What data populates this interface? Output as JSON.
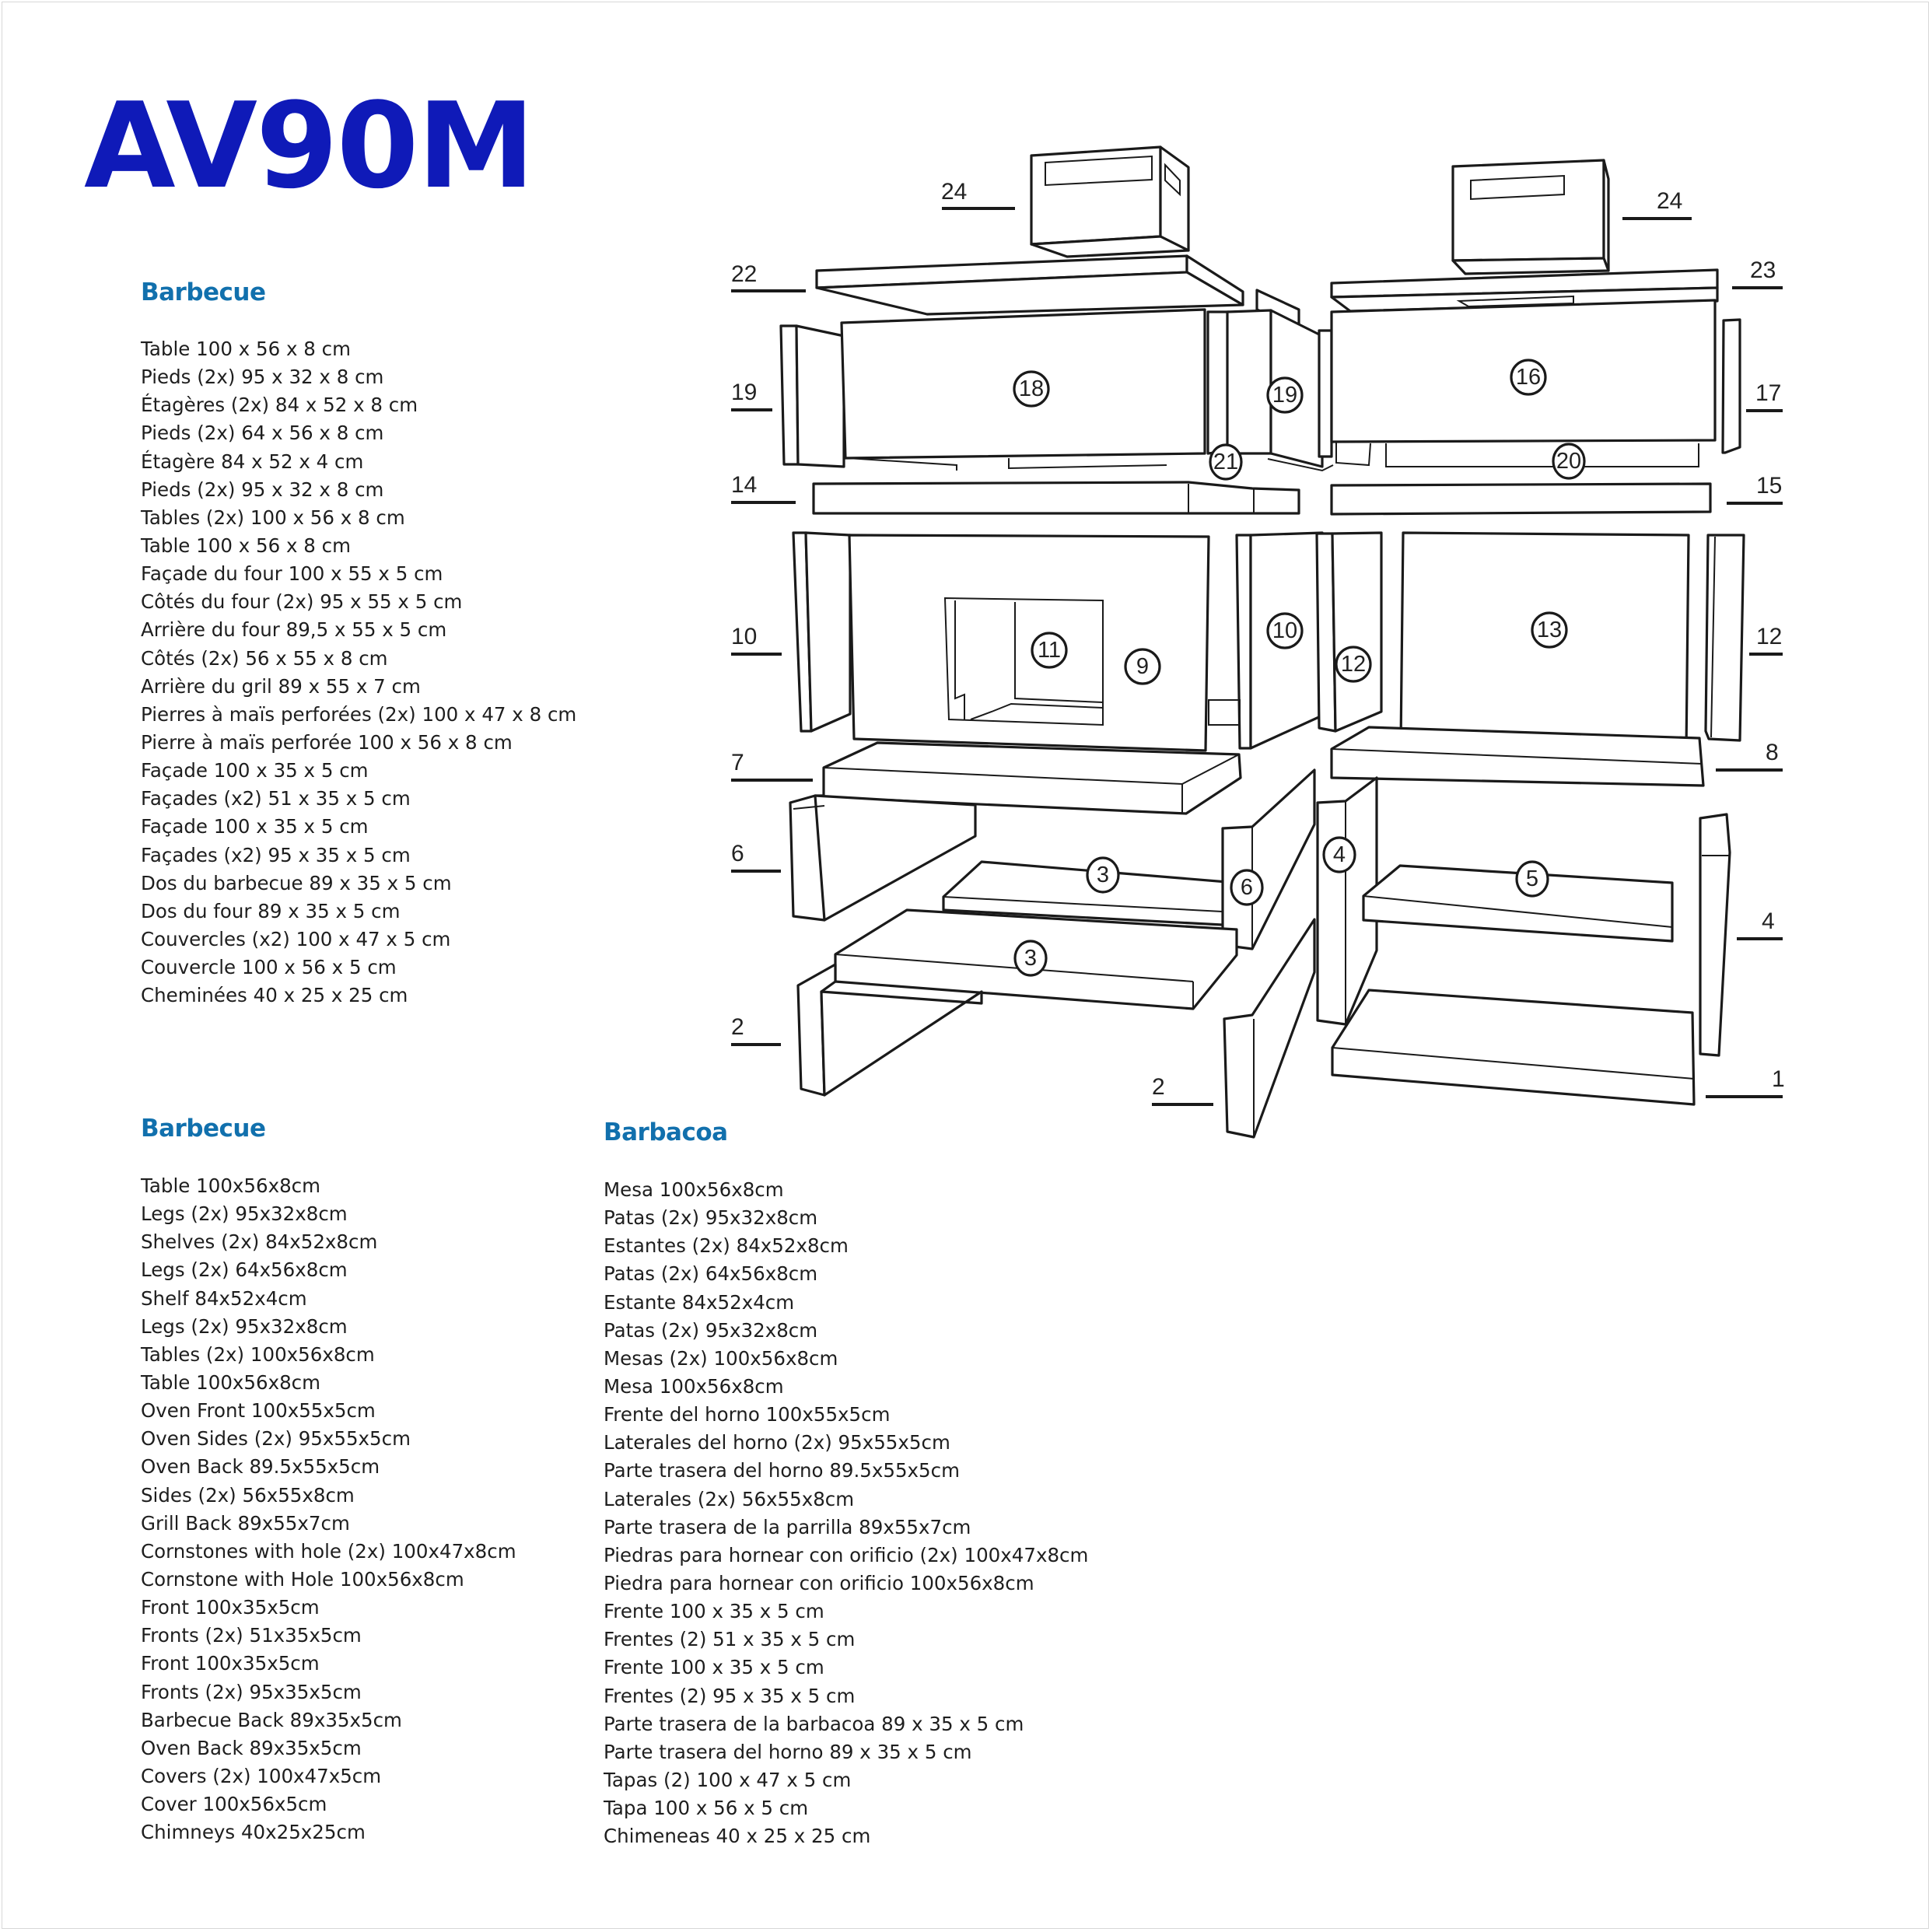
{
  "title": "AV90M",
  "sections": {
    "fr": {
      "heading": "Barbecue",
      "items": [
        "Table 100 x 56 x 8 cm",
        "Pieds (2x) 95 x 32 x 8 cm",
        "Étagères (2x) 84 x 52 x 8 cm",
        "Pieds (2x) 64 x 56 x 8 cm",
        "Étagère 84 x 52 x 4 cm",
        "Pieds (2x) 95 x 32 x 8 cm",
        "Tables (2x) 100 x 56 x 8 cm",
        "Table 100 x 56 x 8 cm",
        "Façade du four 100 x 55 x 5 cm",
        "Côtés du four (2x) 95 x 55 x 5 cm",
        "Arrière du four 89,5 x 55 x 5 cm",
        "Côtés (2x) 56 x 55 x 8 cm",
        "Arrière du gril 89 x 55 x 7 cm",
        "Pierres à maïs perforées (2x) 100 x 47 x 8 cm",
        "Pierre à maïs perforée 100 x 56 x 8 cm",
        "Façade 100 x 35 x 5 cm",
        "Façades (x2) 51 x 35 x 5 cm",
        "Façade 100 x 35 x 5 cm",
        "Façades (x2) 95 x 35 x 5 cm",
        "Dos du barbecue 89 x 35 x 5 cm",
        "Dos du four 89 x 35 x 5 cm",
        "Couvercles (x2) 100 x 47 x 5 cm",
        "Couvercle 100 x 56 x 5 cm",
        "Cheminées 40 x 25 x 25 cm"
      ]
    },
    "en": {
      "heading": "Barbecue",
      "items": [
        "Table 100x56x8cm",
        "Legs (2x) 95x32x8cm",
        "Shelves (2x) 84x52x8cm",
        "Legs (2x) 64x56x8cm",
        "Shelf 84x52x4cm",
        "Legs (2x) 95x32x8cm",
        "Tables (2x) 100x56x8cm",
        "Table 100x56x8cm",
        "Oven Front 100x55x5cm",
        "Oven Sides (2x) 95x55x5cm",
        "Oven Back 89.5x55x5cm",
        "Sides (2x) 56x55x8cm",
        "Grill Back 89x55x7cm",
        "Cornstones with hole (2x) 100x47x8cm",
        "Cornstone with Hole 100x56x8cm",
        "Front 100x35x5cm",
        "Fronts (2x) 51x35x5cm",
        "Front 100x35x5cm",
        "Fronts (2x) 95x35x5cm",
        "Barbecue Back 89x35x5cm",
        "Oven Back 89x35x5cm",
        "Covers (2x) 100x47x5cm",
        "Cover 100x56x5cm",
        "Chimneys 40x25x25cm"
      ]
    },
    "es": {
      "heading": "Barbacoa",
      "items": [
        "Mesa 100x56x8cm",
        "Patas (2x) 95x32x8cm",
        "Estantes (2x) 84x52x8cm",
        "Patas (2x) 64x56x8cm",
        "Estante 84x52x4cm",
        "Patas (2x) 95x32x8cm",
        "Mesas (2x) 100x56x8cm",
        "Mesa 100x56x8cm",
        "Frente del horno 100x55x5cm",
        "Laterales del horno (2x) 95x55x5cm",
        "Parte trasera del horno 89.5x55x5cm",
        "Laterales (2x) 56x55x8cm",
        "Parte trasera de la parrilla 89x55x7cm",
        "Piedras para hornear con orificio (2x) 100x47x8cm",
        "Piedra para hornear con orificio 100x56x8cm",
        "Frente 100 x 35 x 5 cm",
        "Frentes (2) 51 x 35 x 5 cm",
        "Frente 100 x 35 x 5 cm",
        "Frentes (2) 95 x 35 x 5 cm",
        "Parte trasera de la barbacoa 89 x 35 x 5 cm",
        "Parte trasera del horno 89 x 35 x 5 cm",
        "Tapas (2) 100 x 47 x 5 cm",
        "Tapa 100 x 56 x 5 cm",
        "Chimeneas 40 x 25 x 25 cm"
      ]
    }
  },
  "diagram": {
    "callouts": {
      "c24a": "24",
      "c24b": "24",
      "c22": "22",
      "c23": "23",
      "c19": "19",
      "c17": "17",
      "c14": "14",
      "c15": "15",
      "c10": "10",
      "c12": "12",
      "c7": "7",
      "c8": "8",
      "c6": "6",
      "c4": "4",
      "c2a": "2",
      "c2b": "2",
      "c1": "1"
    },
    "markers": {
      "m18": "18",
      "m19": "19",
      "m21": "21",
      "m16": "16",
      "m20": "20",
      "m11": "11",
      "m9": "9",
      "m10": "10",
      "m12": "12",
      "m13": "13",
      "m3a": "3",
      "m3b": "3",
      "m6": "6",
      "m4": "4",
      "m5": "5"
    }
  },
  "colors": {
    "title": "#0f1ab8",
    "heading": "#1170ad",
    "text": "#1e1e1e",
    "line": "#1a1a1a",
    "background": "#ffffff"
  }
}
